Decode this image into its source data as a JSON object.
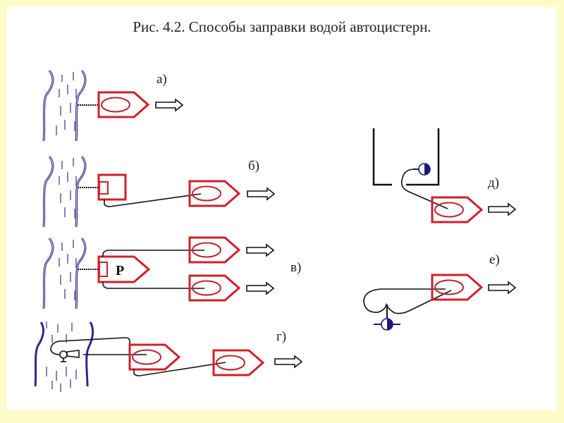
{
  "figure": {
    "title": "Рис. 4.2. Способы заправки водой автоцистерн.",
    "colors": {
      "background": "#fdfbc8",
      "panel": "#ffffff",
      "tanker": "#d0202a",
      "water": "#2a2a8a",
      "hose": "#111111",
      "valve": "#1a1a7a"
    },
    "panels": [
      {
        "id": "a",
        "label": "а)",
        "description": "Tanker draws water directly from reservoir via suction hose"
      },
      {
        "id": "b",
        "label": "б)",
        "description": "Motor pump at reservoir feeds tanker via hose line"
      },
      {
        "id": "v",
        "label": "в)",
        "description": "Pump-tanker (Р) at reservoir feeds two tankers"
      },
      {
        "id": "g",
        "label": "г)",
        "description": "Hydro-elevator in reservoir, tanker relays water to second tanker"
      },
      {
        "id": "d",
        "label": "д)",
        "description": "Filling from hydrant/tank via hose with valve"
      },
      {
        "id": "e",
        "label": "е)",
        "description": "Filling from water main hydrant with column"
      }
    ],
    "pump_tanker_letter": "Р"
  }
}
